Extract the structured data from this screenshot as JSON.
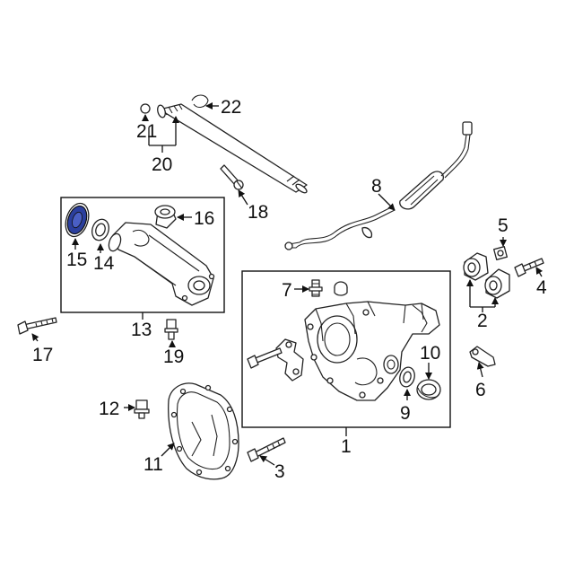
{
  "diagram": {
    "highlight_color": "#2b3f9e",
    "callouts": [
      {
        "id": "c1",
        "label": "1"
      },
      {
        "id": "c2",
        "label": "2"
      },
      {
        "id": "c3",
        "label": "3"
      },
      {
        "id": "c4",
        "label": "4"
      },
      {
        "id": "c5",
        "label": "5"
      },
      {
        "id": "c6",
        "label": "6"
      },
      {
        "id": "c7",
        "label": "7"
      },
      {
        "id": "c8",
        "label": "8"
      },
      {
        "id": "c9",
        "label": "9"
      },
      {
        "id": "c10",
        "label": "10"
      },
      {
        "id": "c11",
        "label": "11"
      },
      {
        "id": "c12",
        "label": "12"
      },
      {
        "id": "c13",
        "label": "13"
      },
      {
        "id": "c14",
        "label": "14"
      },
      {
        "id": "c15",
        "label": "15"
      },
      {
        "id": "c16",
        "label": "16"
      },
      {
        "id": "c17",
        "label": "17"
      },
      {
        "id": "c18",
        "label": "18"
      },
      {
        "id": "c19",
        "label": "19"
      },
      {
        "id": "c20",
        "label": "20"
      },
      {
        "id": "c21",
        "label": "21"
      },
      {
        "id": "c22",
        "label": "22"
      }
    ]
  }
}
